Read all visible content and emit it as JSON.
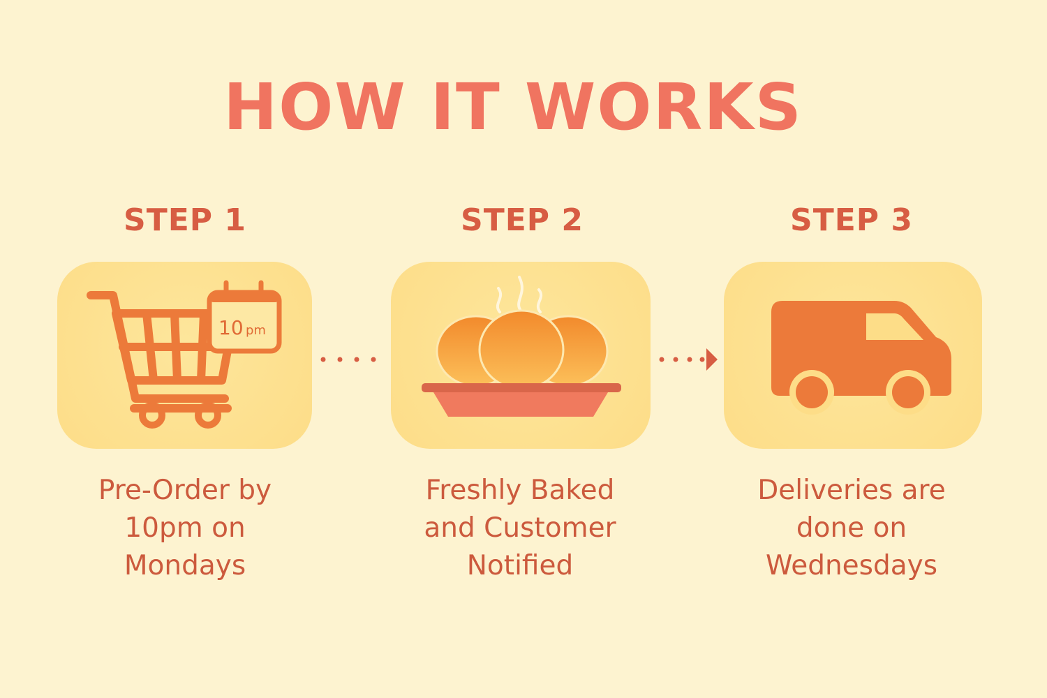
{
  "title": "HOW IT WORKS",
  "steps": [
    {
      "label": "STEP 1",
      "icon": "shopping-cart-calendar-icon",
      "calendar_time": "10",
      "calendar_unit": "pm",
      "description": [
        "Pre-Order by",
        "10pm on",
        "Mondays"
      ]
    },
    {
      "label": "STEP 2",
      "icon": "baked-buns-tray-icon",
      "description": [
        "Freshly Baked",
        "and Customer",
        "Notified"
      ]
    },
    {
      "label": "STEP 3",
      "icon": "delivery-van-icon",
      "description": [
        "Deliveries are",
        "done on",
        "Wednesdays"
      ]
    }
  ],
  "colors": {
    "background": "#fdf3d0",
    "title": "#f07460",
    "text": "#cc5a3d",
    "tile": "#fddd88",
    "icon": "#ec7a3a"
  }
}
